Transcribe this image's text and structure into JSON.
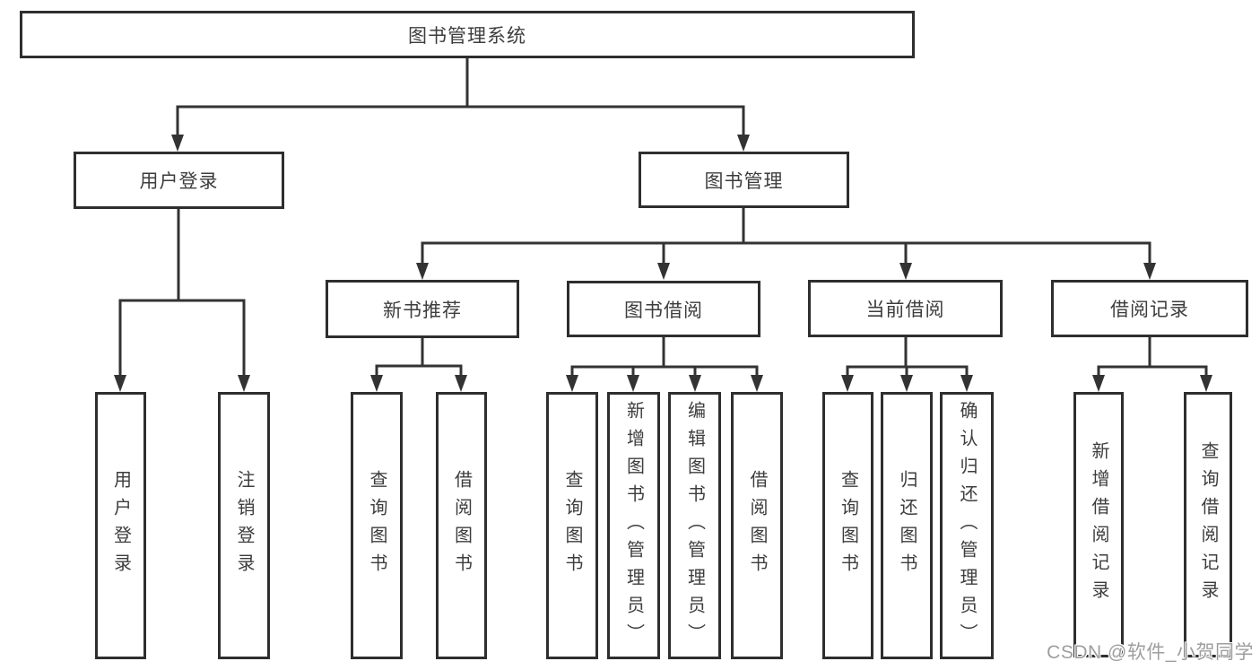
{
  "diagram": {
    "title": "图书管理系统",
    "tree": {
      "label": "图书管理系统",
      "children": [
        {
          "label": "用户登录",
          "children": [
            {
              "label": "用户登录"
            },
            {
              "label": "注销登录"
            }
          ]
        },
        {
          "label": "图书管理",
          "children": [
            {
              "label": "新书推荐",
              "children": [
                {
                  "label": "查询图书"
                },
                {
                  "label": "借阅图书"
                }
              ]
            },
            {
              "label": "图书借阅",
              "children": [
                {
                  "label": "查询图书"
                },
                {
                  "label": "新增图书（管理员）"
                },
                {
                  "label": "编辑图书（管理员）"
                },
                {
                  "label": "借阅图书"
                }
              ]
            },
            {
              "label": "当前借阅",
              "children": [
                {
                  "label": "查询图书"
                },
                {
                  "label": "归还图书"
                },
                {
                  "label": "确认归还（管理员）"
                }
              ]
            },
            {
              "label": "借阅记录",
              "children": [
                {
                  "label": "新增借阅记录"
                },
                {
                  "label": "查询借阅记录"
                }
              ]
            }
          ]
        }
      ]
    }
  },
  "watermark": {
    "text": "CSDN @软件_小贺同学"
  },
  "colors": {
    "line": "#333333",
    "border": "#2e2e2e",
    "text": "#3d3d3d",
    "background": "#ffffff",
    "watermark": "#9e9e9e"
  }
}
